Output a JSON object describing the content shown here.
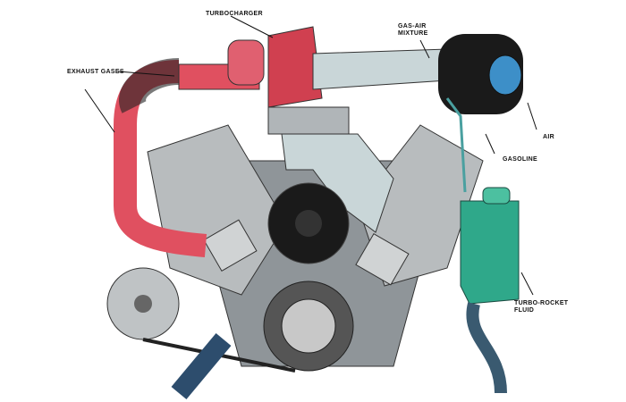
{
  "labels": {
    "turbocharger": "TURBOCHARGER",
    "gas_air_1": "GAS-AIR",
    "gas_air_2": "MIXTURE",
    "exhaust": "EXHAUST GASES",
    "air": "AIR",
    "gasoline": "GASOLINE",
    "fluid_1": "TURBO-ROCKET",
    "fluid_2": "FLUID"
  },
  "colors": {
    "exhaust": "#e05060",
    "intake": "#c9d6d8",
    "engine": "#9aa0a4",
    "tank": "#2fa88a",
    "air_cleaner": "#1a1a1a"
  }
}
